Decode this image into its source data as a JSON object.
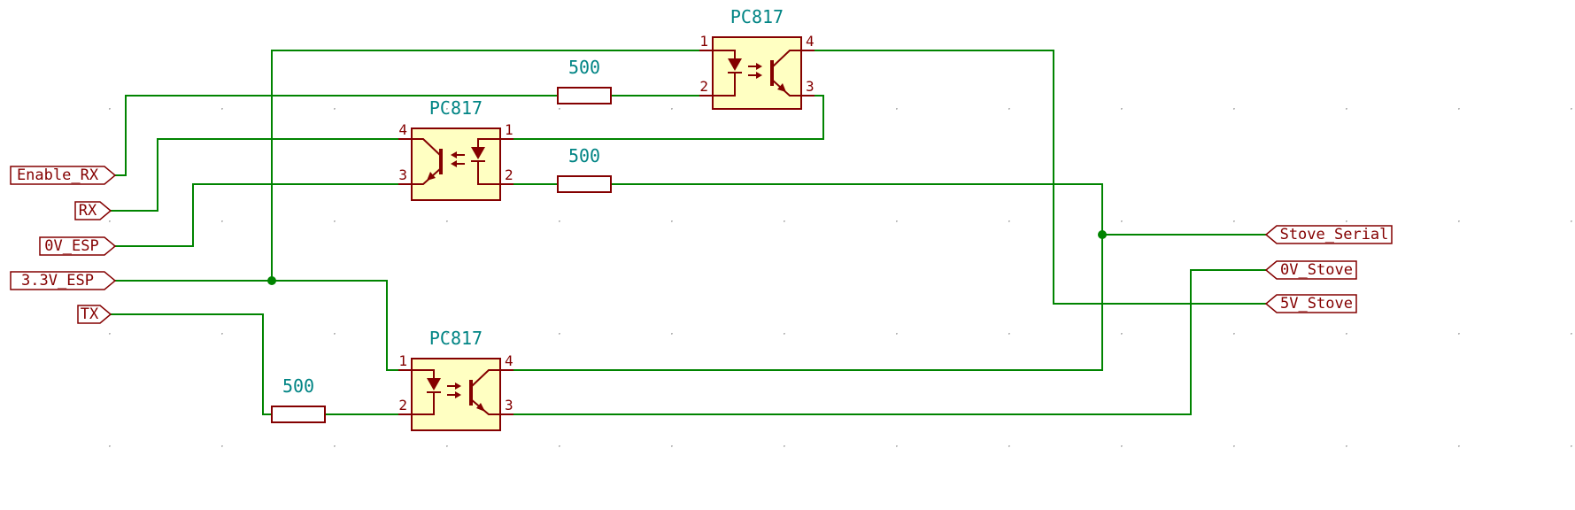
{
  "schematic": {
    "type": "schematic-diagram",
    "components": {
      "optocouplers": [
        {
          "id": "opto-top",
          "value": "PC817"
        },
        {
          "id": "opto-middle",
          "value": "PC817"
        },
        {
          "id": "opto-bottom",
          "value": "PC817"
        }
      ],
      "resistors": [
        {
          "id": "r-top",
          "value": "500"
        },
        {
          "id": "r-middle",
          "value": "500"
        },
        {
          "id": "r-bottom",
          "value": "500"
        }
      ]
    },
    "pin_numbers": {
      "p1": "1",
      "p2": "2",
      "p3": "3",
      "p4": "4"
    },
    "net_labels": {
      "enable_rx": "Enable_RX",
      "rx": "RX",
      "zero_v_esp": "0V_ESP",
      "three_v3_esp": "3.3V_ESP",
      "tx": "TX",
      "stove_serial": "Stove_Serial",
      "zero_v_stove": "0V_Stove",
      "five_v_stove": "5V_Stove"
    },
    "colors": {
      "wire": "#008400",
      "junction": "#008400",
      "symbol_outline": "#840000",
      "symbol_fill": "#ffffc2",
      "value_text": "#008484",
      "label_text": "#840000",
      "pin_number": "#840000",
      "background": "#ffffff",
      "grid_dot": "#b3b3b3"
    }
  }
}
